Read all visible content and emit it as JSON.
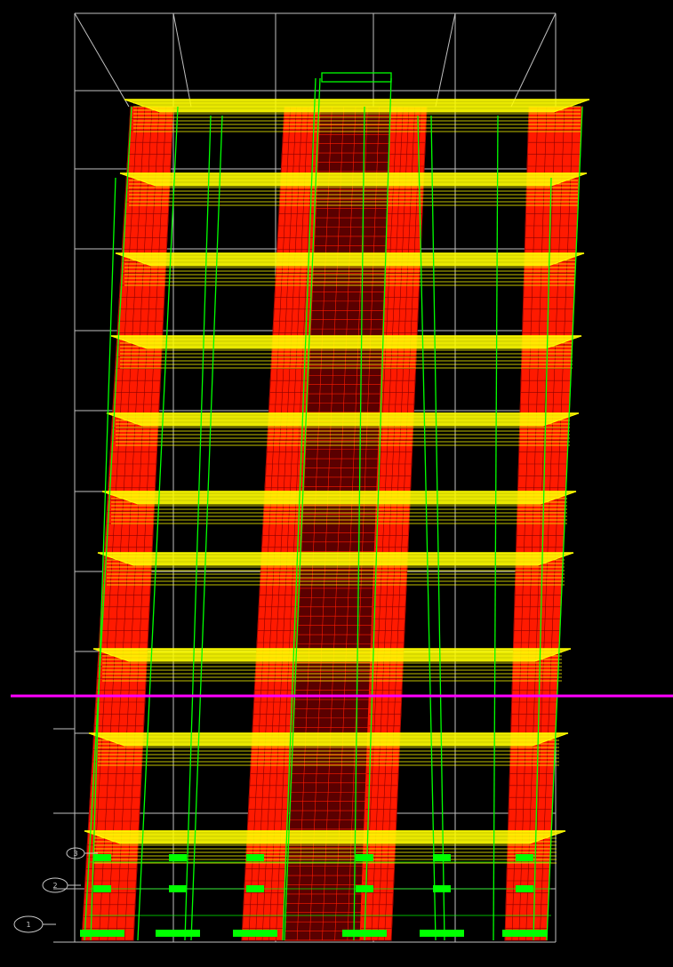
{
  "view": {
    "background": "#000000",
    "colors": {
      "grid": "#bfbfbf",
      "frame": "#00ff00",
      "wall": "#ff1a00",
      "wall_dark": "#8a0000",
      "slab": "#ffff00",
      "section_cut": "#ff00ff",
      "support": "#00ff00"
    },
    "story_count": 10,
    "grid_bubbles": [
      {
        "label": "3"
      },
      {
        "label": "2"
      },
      {
        "label": "1"
      }
    ]
  }
}
